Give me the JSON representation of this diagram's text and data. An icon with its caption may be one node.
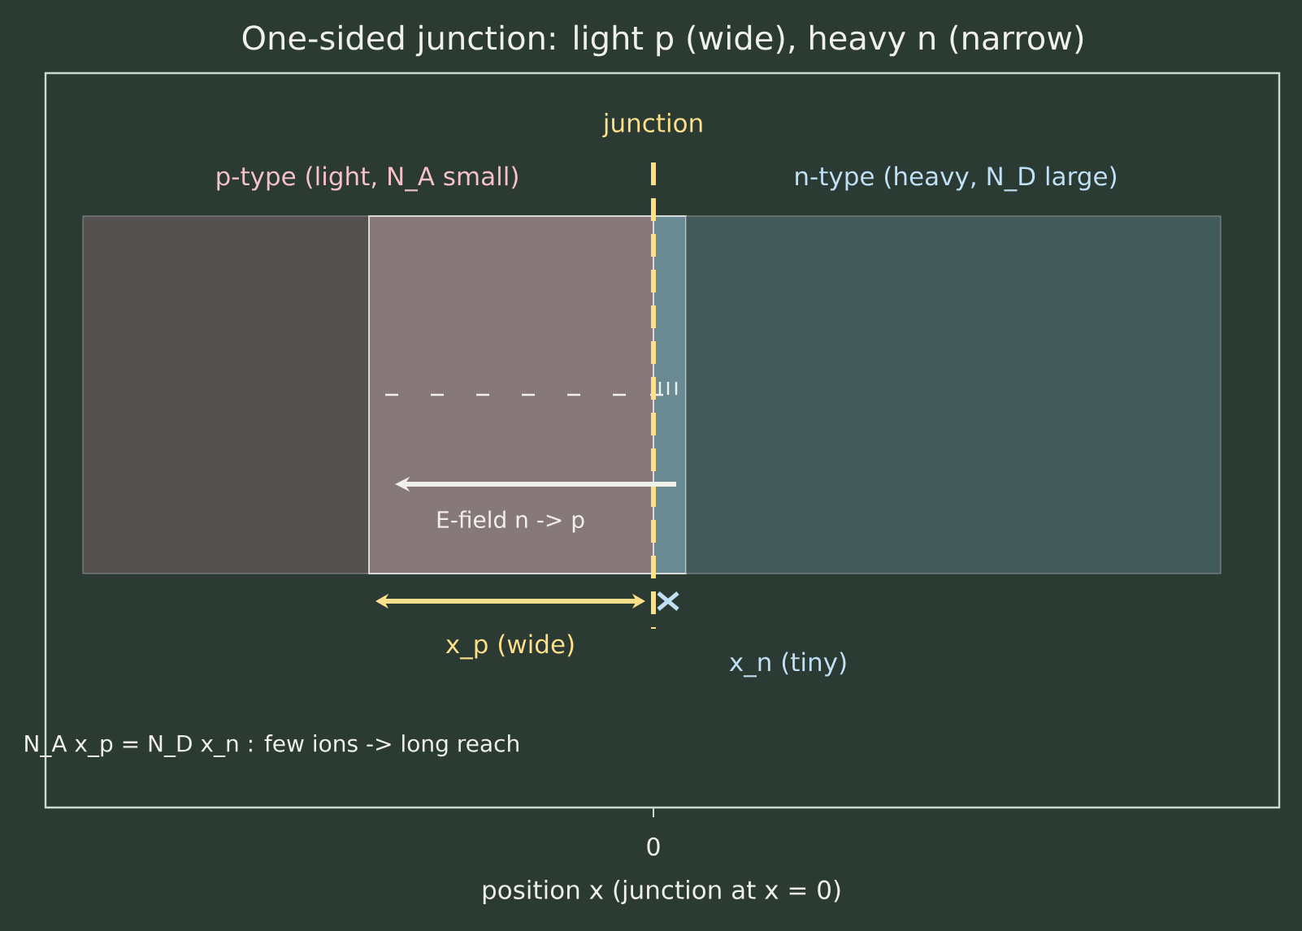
{
  "diagram": {
    "title": "One-sided junction: light p (wide), heavy n (narrow)",
    "labels": [
      "junction",
      "p-type (light, N_A small)",
      "n-type (heavy, N_D large)",
      "E-field  n -> p",
      "x_p  (wide)",
      "x_n (tiny)",
      "N_A x_p = N_D x_n : few ions -> long reach",
      "0",
      "position x  (junction at x = 0)"
    ]
  }
}
